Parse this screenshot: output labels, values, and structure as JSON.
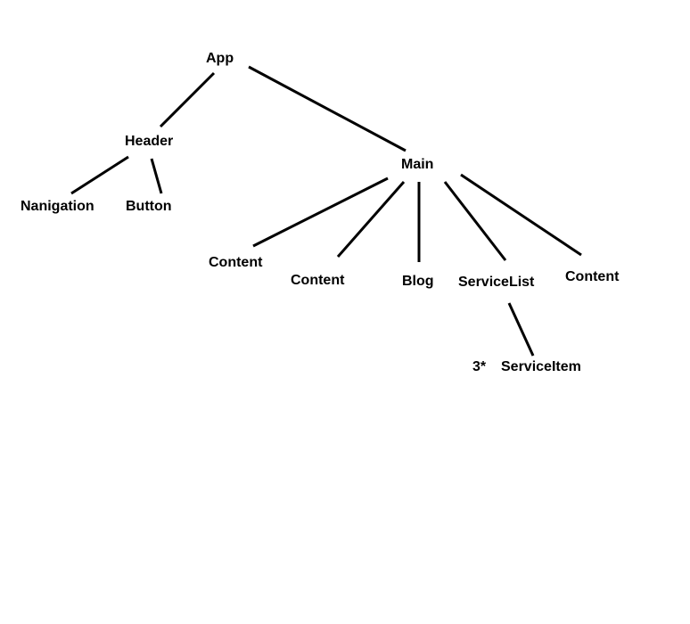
{
  "diagram": {
    "nodes": {
      "app": "App",
      "header": "Header",
      "navigation": "Nanigation",
      "button": "Button",
      "main": "Main",
      "content_1": "Content",
      "content_2": "Content",
      "blog": "Blog",
      "service_list": "ServiceList",
      "content_3": "Content",
      "service_item_count": "3*",
      "service_item": "ServiceItem"
    },
    "edges": [
      [
        "app",
        "header"
      ],
      [
        "app",
        "main"
      ],
      [
        "header",
        "navigation"
      ],
      [
        "header",
        "button"
      ],
      [
        "main",
        "content_1"
      ],
      [
        "main",
        "content_2"
      ],
      [
        "main",
        "blog"
      ],
      [
        "main",
        "service_list"
      ],
      [
        "main",
        "content_3"
      ],
      [
        "service_list",
        "service_item"
      ]
    ],
    "colors": {
      "line": "#000000",
      "text": "#000000",
      "background": "#ffffff"
    }
  }
}
